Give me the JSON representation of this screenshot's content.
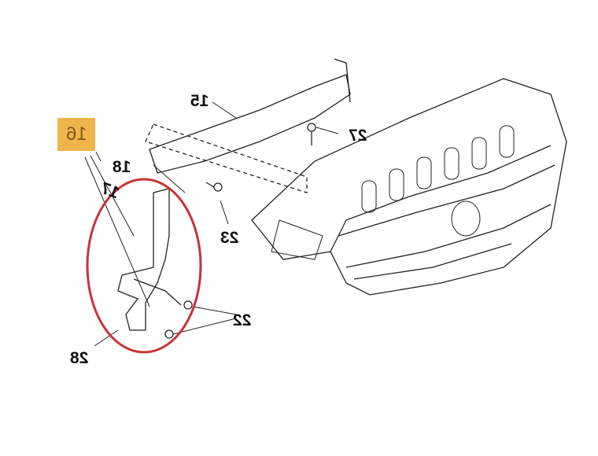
{
  "callouts": {
    "highlighted": "16",
    "p15": "15",
    "p27": "27",
    "p18": "18",
    "p17": "17",
    "p23": "23",
    "p22": "22",
    "p28": "28"
  },
  "colors": {
    "highlight": "#f0b54a",
    "circle": "#c8323a"
  }
}
